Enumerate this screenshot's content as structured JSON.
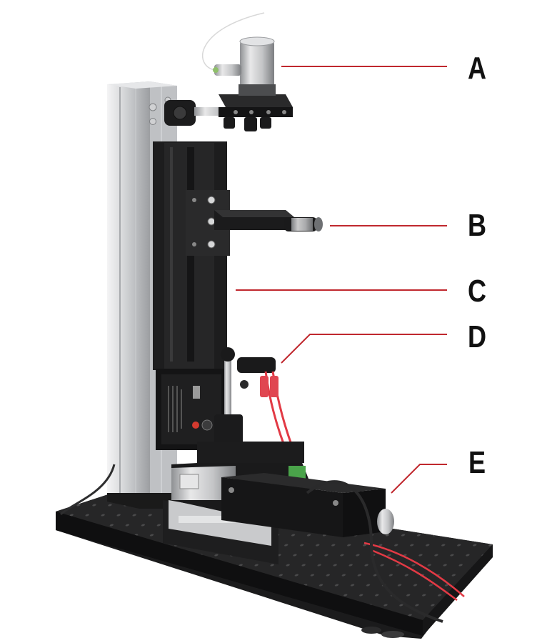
{
  "callouts": [
    {
      "label": "A"
    },
    {
      "label": "B"
    },
    {
      "label": "C"
    },
    {
      "label": "D"
    },
    {
      "label": "E"
    }
  ],
  "colors": {
    "leader_line": "#c0282e",
    "label_text": "#111111",
    "aluminum": "#d9dadc",
    "anodized_black": "#1e1e1e",
    "red_wire": "#e23a45"
  }
}
